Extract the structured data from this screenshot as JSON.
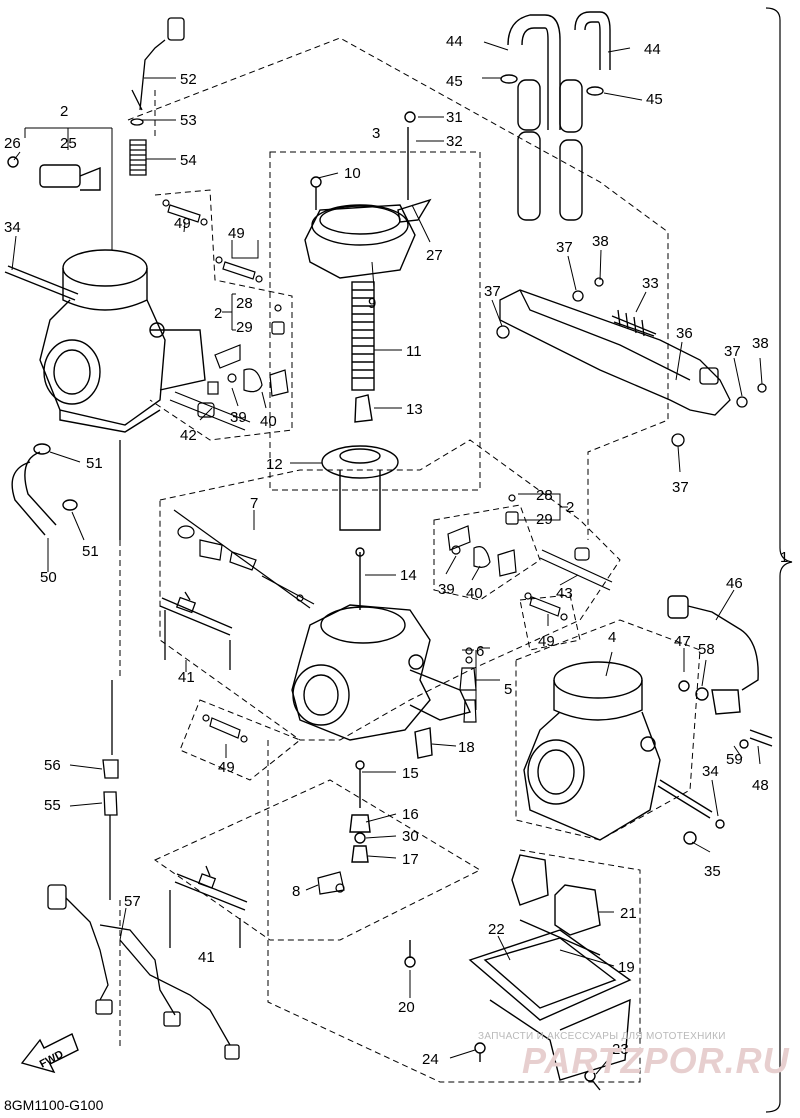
{
  "diagram_code": "8GM1100-G100",
  "fwd_label": "FWD",
  "watermark": {
    "tagline": "ЗАПЧАСТИ И АКСЕССУАРЫ ДЛЯ МОТОТЕХНИКИ",
    "logo": "PARTZPOR.RU"
  },
  "callouts": [
    "1",
    "2",
    "3",
    "4",
    "5",
    "6",
    "7",
    "8",
    "9",
    "10",
    "11",
    "12",
    "13",
    "14",
    "15",
    "16",
    "17",
    "18",
    "19",
    "20",
    "21",
    "22",
    "23",
    "24",
    "25",
    "26",
    "27",
    "28",
    "29",
    "30",
    "31",
    "32",
    "33",
    "34",
    "35",
    "36",
    "37",
    "38",
    "39",
    "40",
    "41",
    "42",
    "43",
    "44",
    "45",
    "46",
    "47",
    "48",
    "49",
    "50",
    "51",
    "52",
    "53",
    "54",
    "55",
    "56",
    "57",
    "58",
    "59"
  ],
  "colors": {
    "line": "#000000",
    "watermark_logo": "#e7cfcf",
    "watermark_text": "#b9b9b9"
  }
}
